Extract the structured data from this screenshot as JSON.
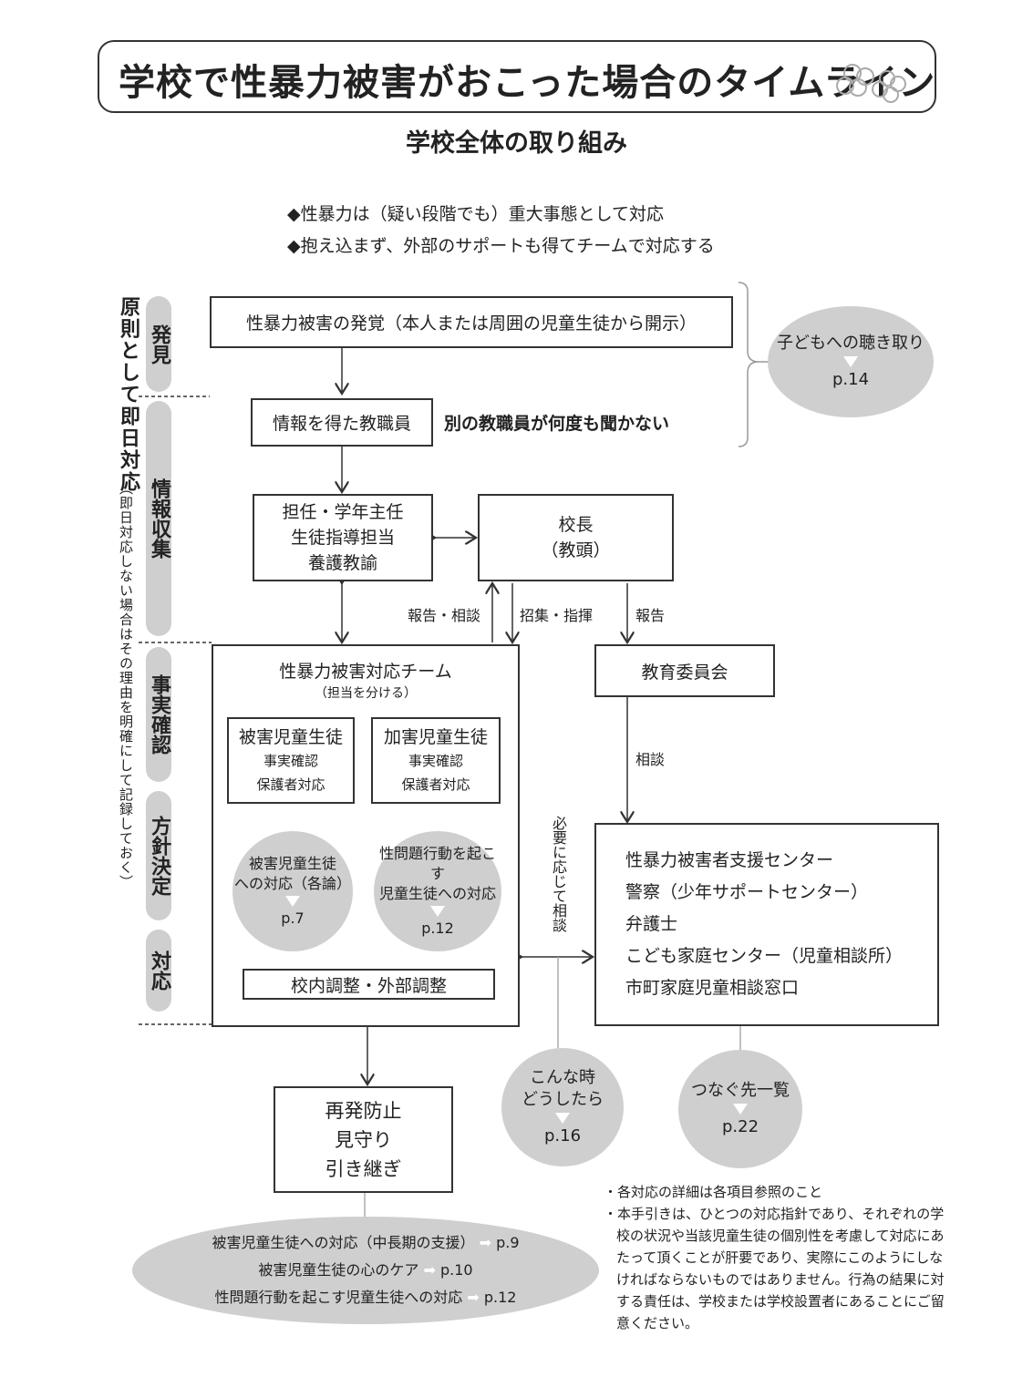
{
  "title": "学校で性暴力被害がおこった場合のタイムライン",
  "subtitle": "学校全体の取り組み",
  "bullets": [
    "◆性暴力は（疑い段階でも）重大事態として対応",
    "◆抱え込まず、外部のサポートも得てチームで対応する"
  ],
  "side_label": "原則として即日対応",
  "side_note": "（即日対応しない場合はその理由を明確にして記録しておく）",
  "stages": [
    "発見",
    "情報収集",
    "事実確認",
    "方針決定",
    "対応"
  ],
  "boxes": {
    "discovery": "性暴力被害の発覚（本人または周囲の児童生徒から開示）",
    "informed_staff": "情報を得た教職員",
    "informed_note": "別の教職員が何度も聞かない",
    "homeroom": [
      "担任・学年主任",
      "生徒指導担当",
      "養護教諭"
    ],
    "principal": [
      "校長",
      "（教頭）"
    ],
    "board": "教育委員会",
    "team_title": "性暴力被害対応チーム",
    "team_sub": "（担当を分ける）",
    "victim_title": "被害児童生徒",
    "victim_lines": [
      "事実確認",
      "保護者対応"
    ],
    "offender_title": "加害児童生徒",
    "offender_lines": [
      "事実確認",
      "保護者対応"
    ],
    "coordination": "校内調整・外部調整",
    "external": [
      "性暴力被害者支援センター",
      "警察（少年サポートセンター）",
      "弁護士",
      "こども家庭センター（児童相談所）",
      "市町家庭児童相談窓口"
    ],
    "prevention": [
      "再発防止",
      "見守り",
      "引き継ぎ"
    ]
  },
  "edge_labels": {
    "report_consult": "報告・相談",
    "convene_direct": "招集・指揮",
    "report": "報告",
    "consult": "相談",
    "as_needed": "必要に応じて相談"
  },
  "circles": {
    "listening": {
      "text": "子どもへの聴き取り",
      "page": "p.14"
    },
    "victim_resp": {
      "text": [
        "被害児童生徒",
        "への対応（各論）"
      ],
      "page": "p.7"
    },
    "offender_resp": {
      "text": [
        "性問題行動を起こす",
        "児童生徒への対応"
      ],
      "page": "p.12"
    },
    "what_if": {
      "text": [
        "こんな時",
        "どうしたら"
      ],
      "page": "p.16"
    },
    "contacts": {
      "text": "つなぐ先一覧",
      "page": "p.22"
    }
  },
  "bottom_links": [
    {
      "text": "被害児童生徒への対応（中長期の支援）",
      "page": "p.9"
    },
    {
      "text": "被害児童生徒の心のケア",
      "page": "p.10"
    },
    {
      "text": "性問題行動を起こす児童生徒への対応",
      "page": "p.12"
    }
  ],
  "notes": [
    "・各対応の詳細は各項目参照のこと",
    "・本手引きは、ひとつの対応指針であり、それぞれの学校の状況や当該児童生徒の個別性を考慮して対応にあたって頂くことが肝要であり、実際にこのようにしなければならないものではありません。行為の結果に対する責任は、学校または学校設置者にあることにご留意ください。"
  ]
}
